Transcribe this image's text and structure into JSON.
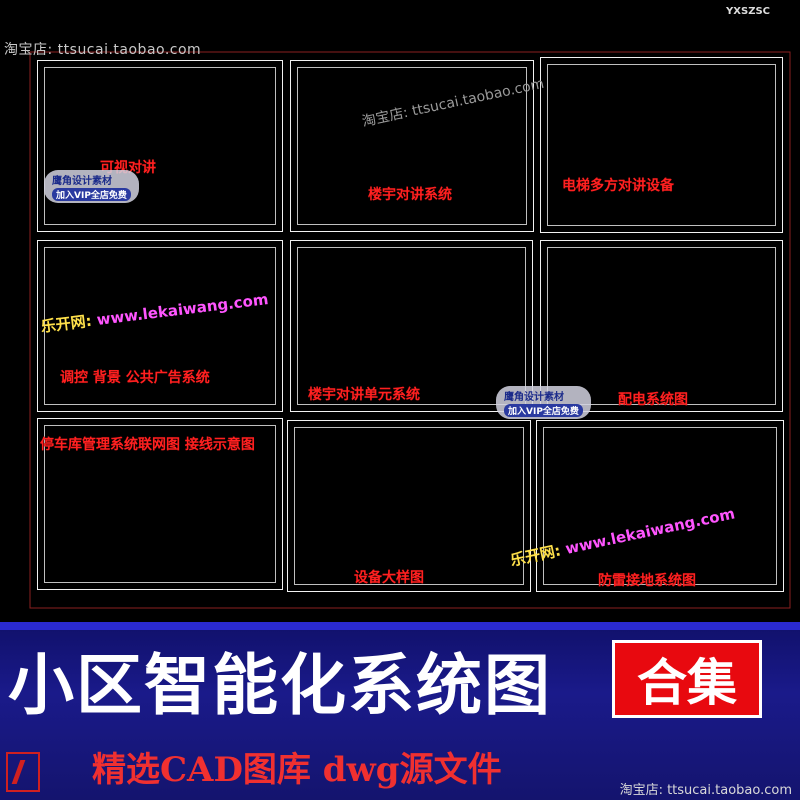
{
  "watermarks": {
    "shop_top": "淘宝店: ttsucai.taobao.com",
    "shop_bottom": "淘宝店: ttsucai.taobao.com",
    "code": "YXSZSC",
    "center_url": "ttsucai.taobao.com",
    "center_prefix": "淘宝店:"
  },
  "overlays": [
    {
      "prefix": "乐开网:",
      "domain": "www.lekaiwang.com"
    },
    {
      "prefix": "乐开网:",
      "domain": "www.lekaiwang.com"
    }
  ],
  "brand_badges": [
    {
      "name": "鹰角设计素材",
      "sub": "加入VIP全店免费"
    },
    {
      "name": "鹰角设计素材",
      "sub": "加入VIP全店免费"
    }
  ],
  "sheets": [
    {
      "title": "可视对讲"
    },
    {
      "title": "楼宇对讲系统"
    },
    {
      "title": "电梯多方对讲设备"
    },
    {
      "title": "调控 背景 公共广告系统"
    },
    {
      "title": "楼宇对讲单元系统"
    },
    {
      "title": "配电系统图"
    },
    {
      "title": "停车库管理系统联网图 接线示意图"
    },
    {
      "title": "设备大样图"
    },
    {
      "title": "防雷接地系统图"
    }
  ],
  "banner": {
    "title": "小区智能化系统图",
    "badge": "合集",
    "subtitle": "精选CAD图库  dwg源文件"
  },
  "colors": {
    "sheet_title": "#ff2020",
    "banner_bg": "#1a1a8a",
    "badge_bg": "#e8090f",
    "subtitle": "#f03030"
  }
}
